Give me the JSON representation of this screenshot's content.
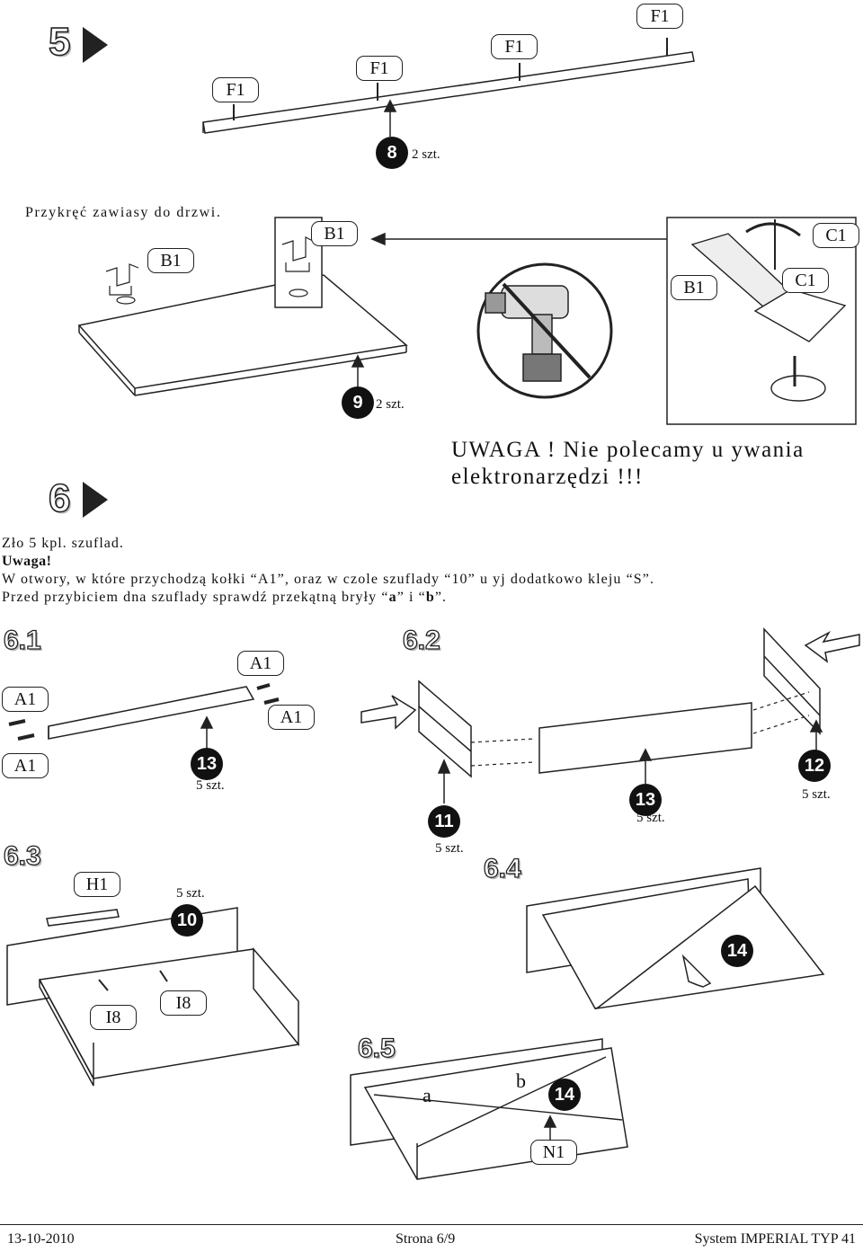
{
  "step5": {
    "number": "5",
    "labels": {
      "f1_a": "F1",
      "f1_b": "F1",
      "f1_c": "F1",
      "f1_d": "F1"
    },
    "part": {
      "number": "8",
      "qty": "2 szt."
    },
    "instruction": "Przykręć zawiasy do drzwi.",
    "hinge_labels": {
      "b1_a": "B1",
      "b1_b": "B1",
      "b1_c": "B1",
      "c1_a": "C1",
      "c1_b": "C1"
    },
    "part2": {
      "number": "9",
      "qty": "2 szt."
    },
    "warning_line1": "UWAGA ! Nie polecamy u ywania",
    "warning_line2": "elektronarzędzi !!!"
  },
  "step6": {
    "number": "6",
    "line1": "Zło 5 kpl. szuflad.",
    "line2": "Uwaga!",
    "line3": "W otwory, w które przychodzą kołki “A1”, oraz w czole szuflady “10” u yj dodatkowo kleju “S”.",
    "line4_a": "Przed przybiciem dna szuflady sprawdź przekątną bryły “",
    "line4_b": "a",
    "line4_c": "” i “",
    "line4_d": "b",
    "line4_e": "”."
  },
  "sub61": {
    "title": "6.1",
    "a1_a": "A1",
    "a1_b": "A1",
    "a1_c": "A1",
    "a1_d": "A1",
    "part": "13",
    "qty": "5 szt."
  },
  "sub62": {
    "title": "6.2",
    "part11": "11",
    "qty11": "5 szt.",
    "part13": "13",
    "qty13": "5 szt.",
    "part12": "12",
    "qty12": "5 szt."
  },
  "sub63": {
    "title": "6.3",
    "h1": "H1",
    "part": "10",
    "qty": "5 szt.",
    "i8_a": "I8",
    "i8_b": "I8"
  },
  "sub64": {
    "title": "6.4",
    "part": "14"
  },
  "sub65": {
    "title": "6.5",
    "a": "a",
    "b": "b",
    "part": "14",
    "n1": "N1"
  },
  "footer": {
    "date": "13-10-2010",
    "page": "Strona 6/9",
    "system": "System IMPERIAL TYP 41"
  }
}
